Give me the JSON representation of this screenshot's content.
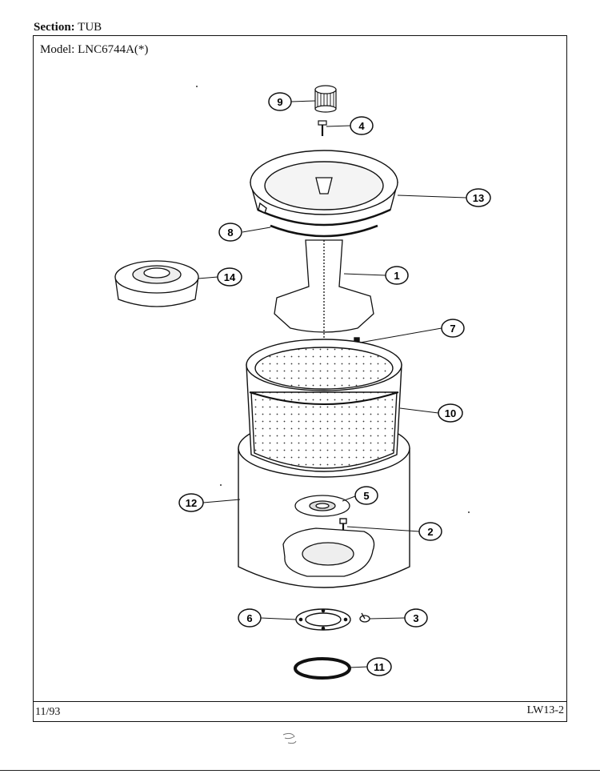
{
  "header": {
    "section_label": "Section:",
    "section_value": "TUB",
    "model_label": "Model:",
    "model_value": "LNC6744A(*)"
  },
  "footer": {
    "date": "11/93",
    "code": "LW13-2"
  },
  "callouts": [
    {
      "id": "9",
      "label": "9"
    },
    {
      "id": "4",
      "label": "4"
    },
    {
      "id": "13",
      "label": "13"
    },
    {
      "id": "8",
      "label": "8"
    },
    {
      "id": "14",
      "label": "14"
    },
    {
      "id": "1",
      "label": "1"
    },
    {
      "id": "7",
      "label": "7"
    },
    {
      "id": "10",
      "label": "10"
    },
    {
      "id": "12",
      "label": "12"
    },
    {
      "id": "5",
      "label": "5"
    },
    {
      "id": "2",
      "label": "2"
    },
    {
      "id": "6",
      "label": "6"
    },
    {
      "id": "3",
      "label": "3"
    },
    {
      "id": "11",
      "label": "11"
    }
  ],
  "colors": {
    "ink": "#111111"
  }
}
